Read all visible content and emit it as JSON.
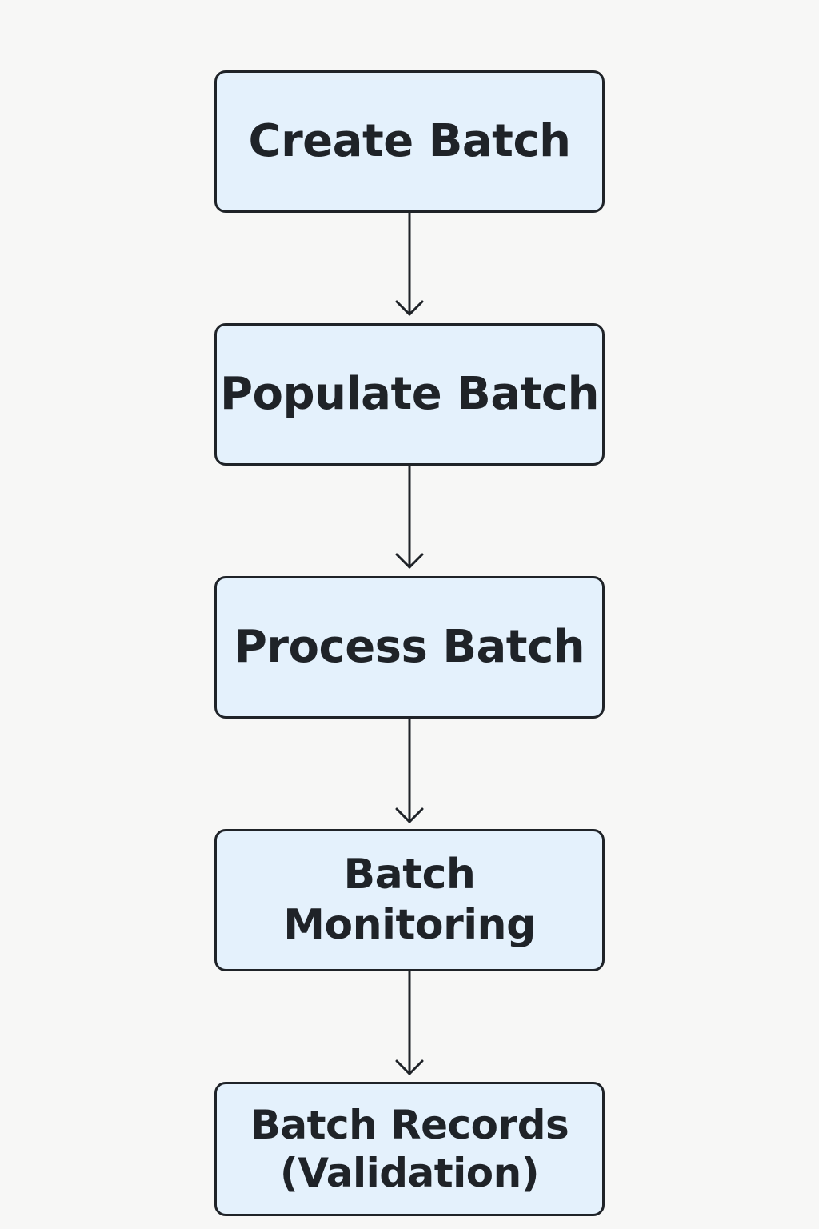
{
  "diagram": {
    "colors": {
      "background": "#f7f7f6",
      "box_fill": "#e4f1fc",
      "box_border": "#1f2328",
      "text": "#1f2328",
      "arrow": "#1f2328"
    },
    "steps": [
      {
        "label": "Create Batch"
      },
      {
        "label": "Populate Batch"
      },
      {
        "label": "Process Batch"
      },
      {
        "label": "Batch\nMonitoring"
      },
      {
        "label": "Batch Records\n(Validation)"
      }
    ],
    "connections": [
      {
        "from": 0,
        "to": 1
      },
      {
        "from": 1,
        "to": 2
      },
      {
        "from": 2,
        "to": 3
      },
      {
        "from": 3,
        "to": 4
      }
    ]
  }
}
